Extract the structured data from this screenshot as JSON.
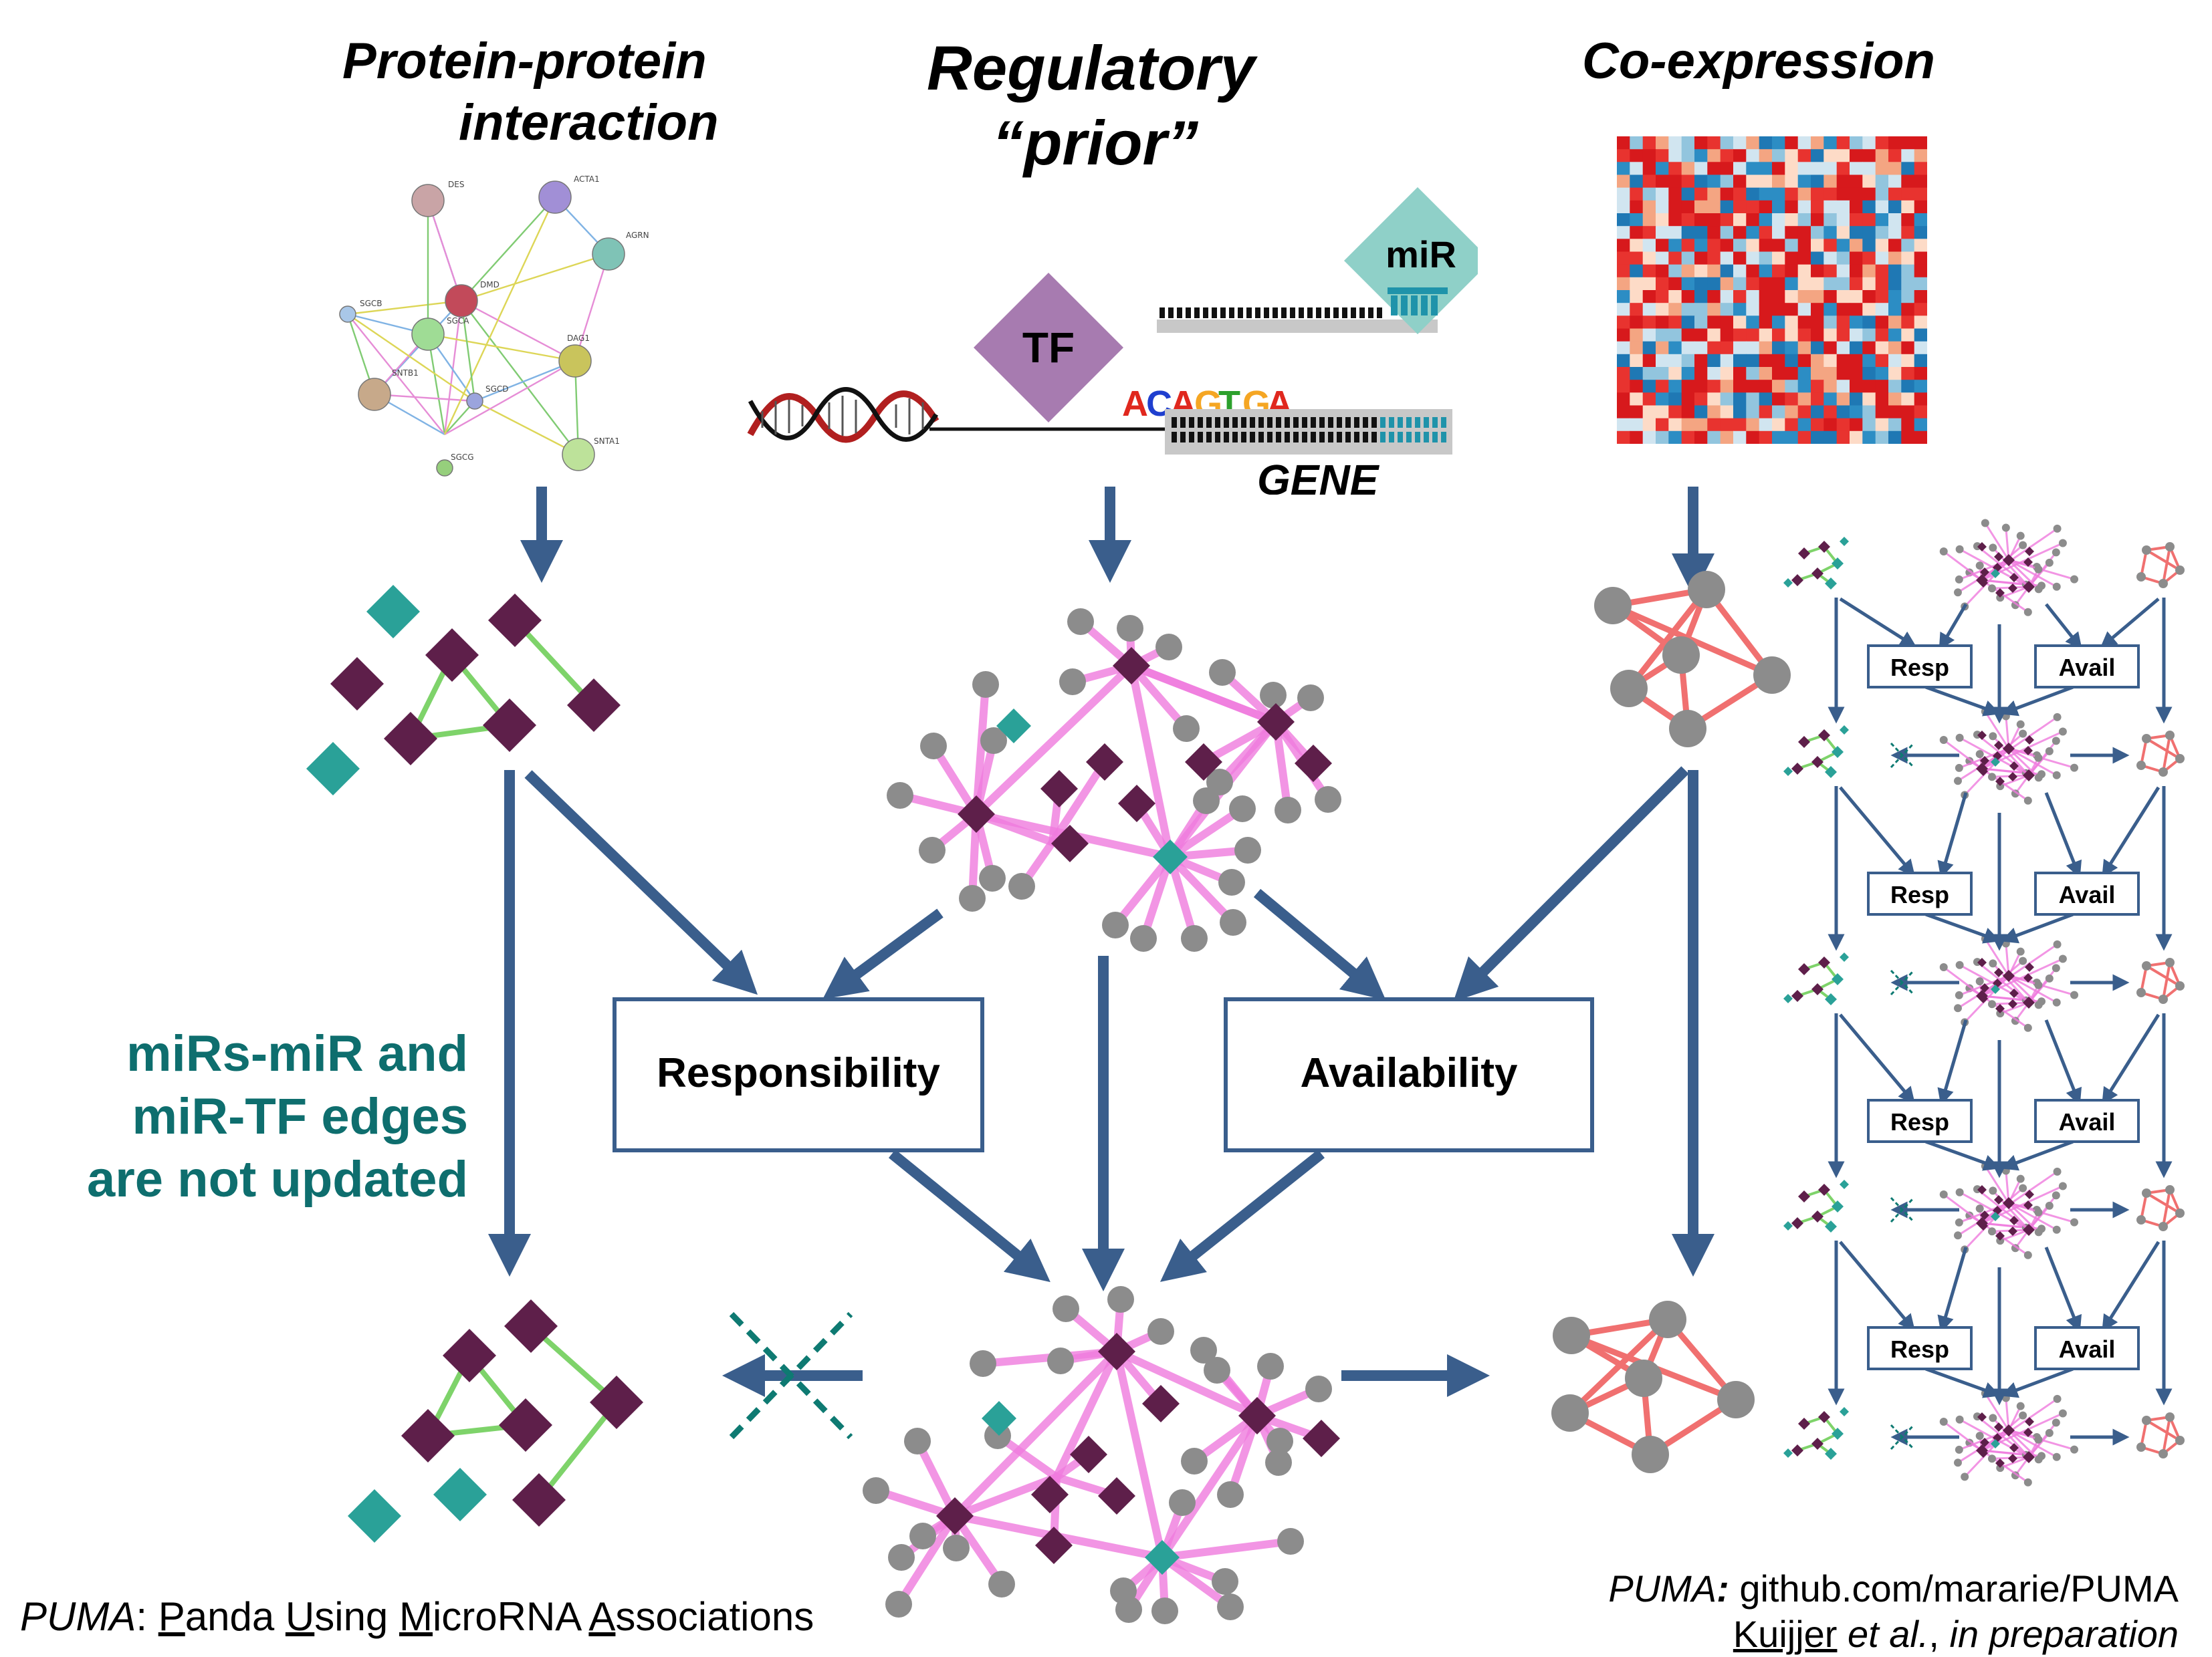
{
  "headers": {
    "ppi_line1": "Protein-protein",
    "ppi_line2": "interaction",
    "prior_line1": "Regulatory",
    "prior_line2": "“prior”",
    "coexp": "Co-expression"
  },
  "motif": {
    "tf_label": "TF",
    "mir_label": "miR",
    "sequence": [
      {
        "ch": "A",
        "color": "#e0281e"
      },
      {
        "ch": "C",
        "color": "#1f3fcf"
      },
      {
        "ch": "A",
        "color": "#e0281e"
      },
      {
        "ch": "G",
        "color": "#f5a623"
      },
      {
        "ch": "T",
        "color": "#2ca02c"
      },
      {
        "ch": "G",
        "color": "#f5a623"
      },
      {
        "ch": "A",
        "color": "#e0281e"
      }
    ],
    "gene_label": "GENE"
  },
  "ppi_nodes": [
    "DES",
    "ACTA1",
    "AGRN",
    "SGCB",
    "DMD",
    "SGCA",
    "DAG1",
    "SNTB1",
    "SGCD",
    "SNTA1",
    "SGCG"
  ],
  "boxes": {
    "responsibility": "Responsibility",
    "availability": "Availability",
    "resp_small": "Resp",
    "avail_small": "Avail"
  },
  "note": {
    "line1": "miRs-miR and",
    "line2": "miR-TF edges",
    "line3": "are not updated"
  },
  "footer": {
    "left_italic": "PUMA",
    "left_sep": ": ",
    "left_words": [
      {
        "u": "P",
        "rest": "anda "
      },
      {
        "u": "U",
        "rest": "sing "
      },
      {
        "u": "M",
        "rest": "icroRNA "
      },
      {
        "u": "A",
        "rest": "ssociations"
      }
    ],
    "right1_italic": "PUMA",
    "right1_sep": ": ",
    "right1_url": "github.com/mararie/PUMA",
    "right2_author": "Kuijjer",
    "right2_etal": " et al.",
    "right2_comma": ", ",
    "right2_status": "in preparation"
  },
  "colors": {
    "arrow": "#3a5e8c",
    "tf_node": "#5e1f4a",
    "mir_node": "#2aa198",
    "gene_node": "#8c8c8c",
    "prior_edge": "#f07bde",
    "coexp_edge": "#f07070",
    "ppi_edge": "#7ed36a",
    "note_text": "#0e6e6e"
  }
}
